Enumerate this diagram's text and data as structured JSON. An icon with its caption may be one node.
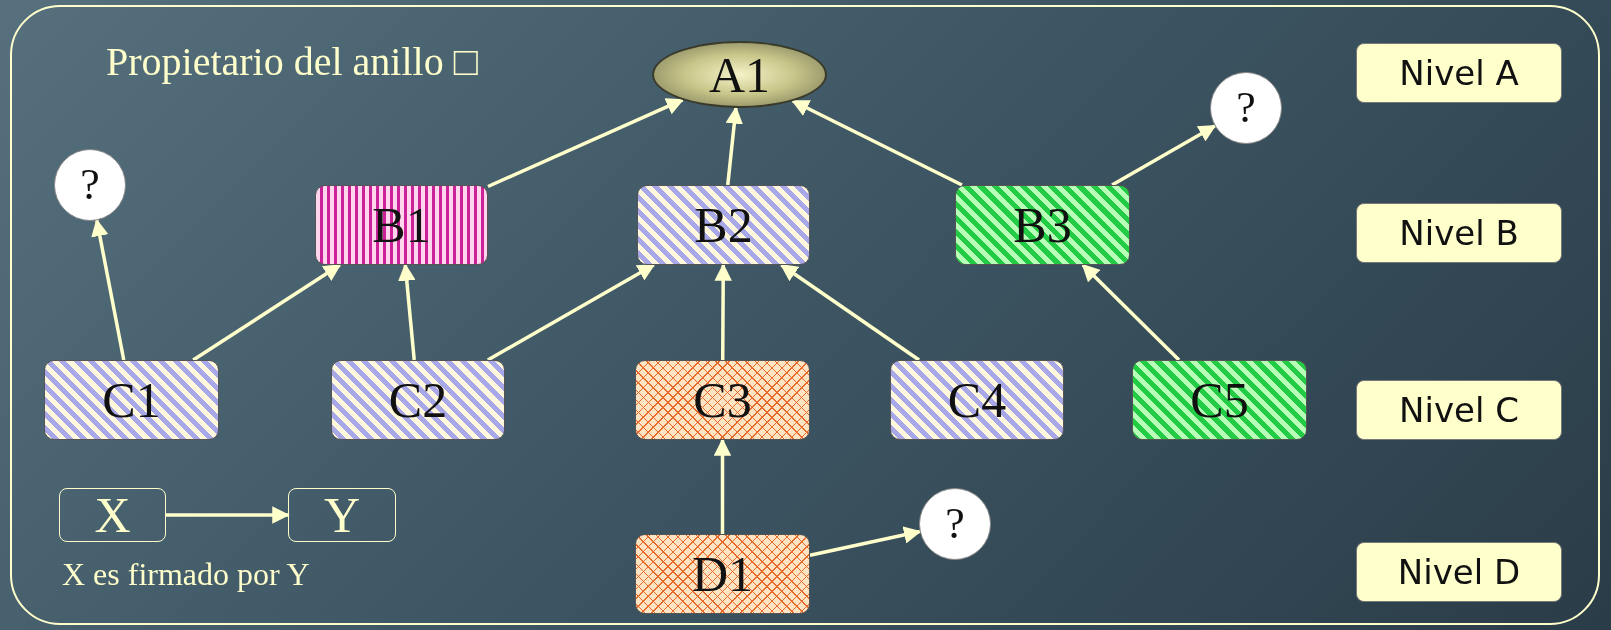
{
  "diagram": {
    "nodes": [
      {
        "text": [
          "A1"
        ]
      },
      {
        "text": [
          "?"
        ]
      },
      {
        "text": [
          "?"
        ]
      },
      {
        "text": [
          "B1"
        ]
      },
      {
        "text": [
          "B2"
        ]
      },
      {
        "text": [
          "B3"
        ]
      },
      {
        "text": [
          "C1"
        ]
      },
      {
        "text": [
          "C2"
        ]
      },
      {
        "text": [
          "C3"
        ]
      },
      {
        "text": [
          "C4"
        ]
      },
      {
        "text": [
          "C5"
        ]
      },
      {
        "text": [
          "X"
        ]
      },
      {
        "text": [
          "Y"
        ]
      },
      {
        "text": [
          "D1"
        ]
      },
      {
        "text": [
          "?"
        ]
      },
      {
        "text": [
          "Nivel A"
        ]
      },
      {
        "text": [
          "Nivel B"
        ]
      },
      {
        "text": [
          "Nivel C"
        ]
      },
      {
        "text": [
          "Nivel D"
        ]
      }
    ],
    "edges": [
      {
        "from": 3,
        "to": 0,
        "arrow": "to"
      },
      {
        "from": 4,
        "to": 0,
        "arrow": "to"
      },
      {
        "from": 5,
        "to": 0,
        "arrow": "to"
      },
      {
        "from": 5,
        "to": 1,
        "arrow": "to"
      },
      {
        "from": 6,
        "to": 2,
        "arrow": "to"
      },
      {
        "from": 6,
        "to": 3,
        "arrow": "to"
      },
      {
        "from": 7,
        "to": 3,
        "arrow": "to"
      },
      {
        "from": 7,
        "to": 4,
        "arrow": "to"
      },
      {
        "from": 8,
        "to": 4,
        "arrow": "to"
      },
      {
        "from": 9,
        "to": 4,
        "arrow": "to"
      },
      {
        "from": 10,
        "to": 5,
        "arrow": "to"
      },
      {
        "from": 11,
        "to": 12,
        "arrow": "to"
      },
      {
        "from": 13,
        "to": 8,
        "arrow": "to"
      },
      {
        "from": 13,
        "to": 14,
        "arrow": "to"
      }
    ],
    "labels": [
      "Propietario del anillo □",
      "X es firmado por Y"
    ]
  }
}
